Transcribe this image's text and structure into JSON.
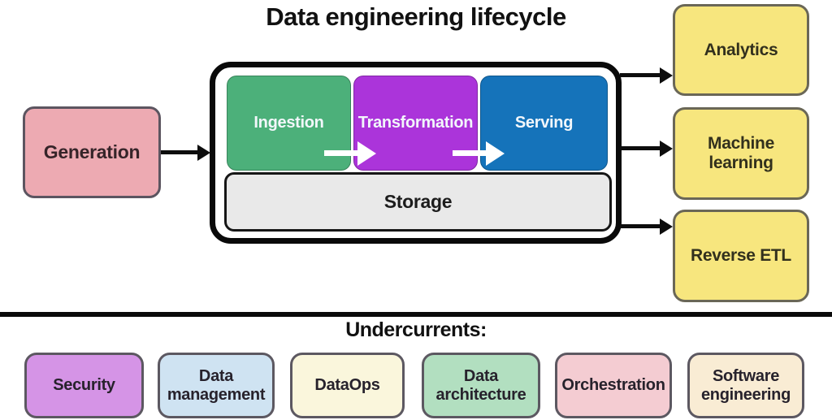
{
  "title": "Data engineering lifecycle",
  "generation": {
    "label": "Generation"
  },
  "lifecycle": {
    "stages": [
      {
        "id": "ingestion",
        "label": "Ingestion"
      },
      {
        "id": "transformation",
        "label": "Transformation"
      },
      {
        "id": "serving",
        "label": "Serving"
      }
    ],
    "storage_label": "Storage"
  },
  "outputs": [
    {
      "id": "analytics",
      "label": "Analytics"
    },
    {
      "id": "machine-learning",
      "label": "Machine learning"
    },
    {
      "id": "reverse-etl",
      "label": "Reverse ETL"
    }
  ],
  "undercurrents": {
    "heading": "Undercurrents:",
    "items": [
      {
        "id": "security",
        "label": "Security"
      },
      {
        "id": "data-management",
        "label": "Data management"
      },
      {
        "id": "dataops",
        "label": "DataOps"
      },
      {
        "id": "data-architecture",
        "label": "Data architecture"
      },
      {
        "id": "orchestration",
        "label": "Orchestration"
      },
      {
        "id": "software-engineering",
        "label": "Software engineering"
      }
    ]
  },
  "colors": {
    "generation": "#edaab2",
    "ingestion": "#4cb07a",
    "transformation": "#ab34da",
    "serving": "#1573ba",
    "storage": "#e9e9e9",
    "output_yellow": "#f7e67e",
    "security": "#d594e6",
    "data_management": "#cfe3f2",
    "dataops": "#faf6dc",
    "data_architecture": "#b2dfc0",
    "orchestration": "#f4ccd2",
    "software_engineering": "#f9ecd4",
    "arrow_black": "#0d0d0d",
    "arrow_white": "#ffffff"
  }
}
